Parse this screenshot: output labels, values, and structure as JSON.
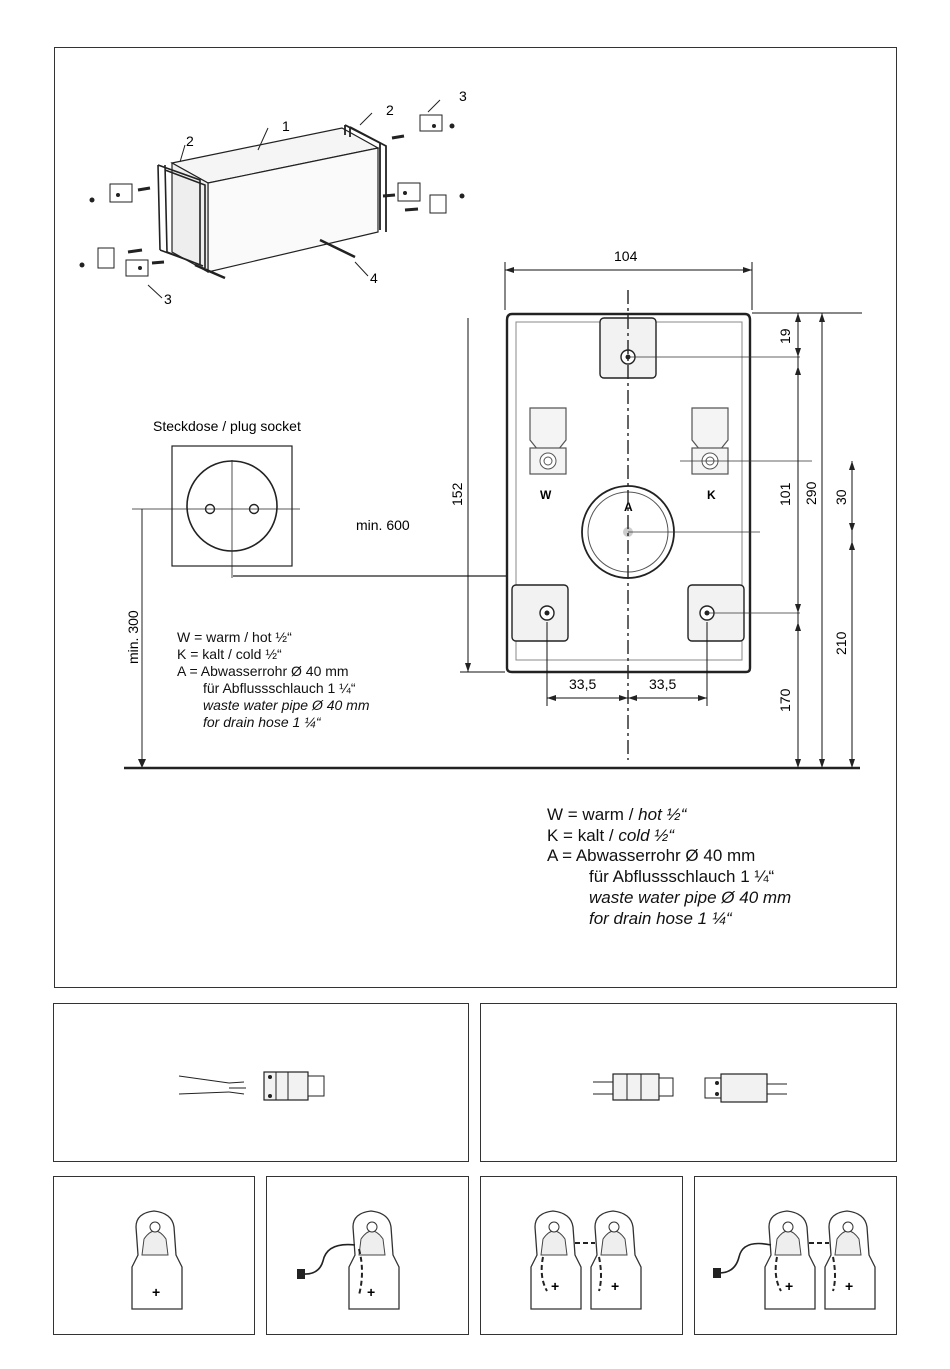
{
  "parts": {
    "p1": "1",
    "p2a": "2",
    "p2b": "2",
    "p3a": "3",
    "p3b": "3",
    "p4": "4"
  },
  "socket": {
    "title": "Steckdose / plug socket",
    "min_600": "min. 600",
    "min_300": "min. 300"
  },
  "dims": {
    "width": "104",
    "h152": "152",
    "h19": "19",
    "h101": "101",
    "h290": "290",
    "h30": "30",
    "h210": "210",
    "h170": "170",
    "left335": "33,5",
    "right335": "33,5"
  },
  "labels": {
    "W": "W",
    "A": "A",
    "K": "K"
  },
  "legend_small": {
    "w": "W = warm / hot ½“",
    "k": "K = kalt / cold ½“",
    "a": "A = Abwasserrohr Ø 40 mm",
    "a2": "für Abflussschlauch 1 ¼“",
    "a3": "waste water pipe Ø 40 mm",
    "a4": "for drain hose 1 ¼“"
  },
  "legend_large": {
    "w_prefix": "W = warm / ",
    "w_italic": "hot ½“",
    "k_prefix": "K  = kalt / ",
    "k_italic": "cold ½“",
    "a": "A  = Abwasserrohr Ø 40 mm",
    "a2": "für Abflussschlauch 1 ¼“",
    "a3": "waste water pipe Ø 40 mm",
    "a4": "for drain hose 1 ¼“"
  },
  "heaters": {
    "plus": "+"
  }
}
